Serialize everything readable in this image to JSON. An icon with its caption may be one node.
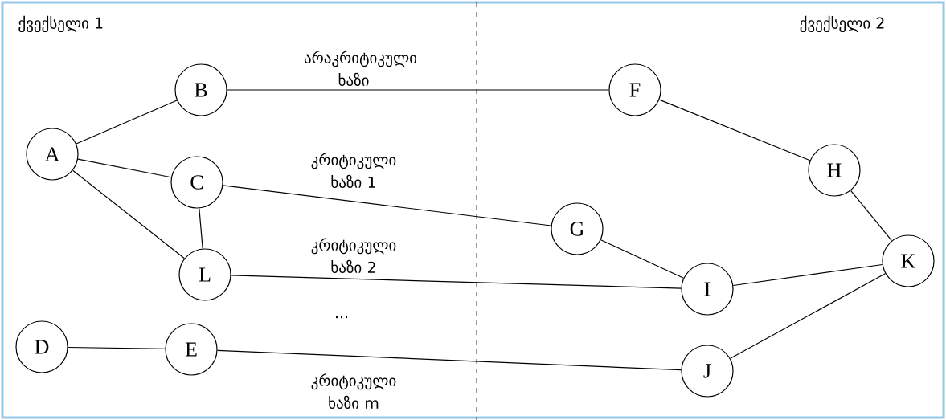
{
  "diagram": {
    "nodes": [
      {
        "text": [
          "A"
        ]
      },
      {
        "text": [
          "B"
        ]
      },
      {
        "text": [
          "C"
        ]
      },
      {
        "text": [
          "L"
        ]
      },
      {
        "text": [
          "D"
        ]
      },
      {
        "text": [
          "E"
        ]
      },
      {
        "text": [
          "F"
        ]
      },
      {
        "text": [
          "G"
        ]
      },
      {
        "text": [
          "H"
        ]
      },
      {
        "text": [
          "I"
        ]
      },
      {
        "text": [
          "K"
        ]
      },
      {
        "text": [
          "J"
        ]
      }
    ],
    "edges": [
      {
        "from": 0,
        "to": 1,
        "arrow": "none"
      },
      {
        "from": 0,
        "to": 2,
        "arrow": "none"
      },
      {
        "from": 0,
        "to": 3,
        "arrow": "none"
      },
      {
        "from": 2,
        "to": 3,
        "arrow": "none"
      },
      {
        "from": 1,
        "to": 6,
        "arrow": "none"
      },
      {
        "from": 2,
        "to": 7,
        "arrow": "none"
      },
      {
        "from": 3,
        "to": 9,
        "arrow": "none"
      },
      {
        "from": 4,
        "to": 5,
        "arrow": "none"
      },
      {
        "from": 5,
        "to": 11,
        "arrow": "none"
      },
      {
        "from": 6,
        "to": 8,
        "arrow": "none"
      },
      {
        "from": 7,
        "to": 9,
        "arrow": "none"
      },
      {
        "from": 8,
        "to": 10,
        "arrow": "none"
      },
      {
        "from": 9,
        "to": 10,
        "arrow": "none"
      },
      {
        "from": 11,
        "to": 10,
        "arrow": "none"
      }
    ],
    "labels": [
      "ქვექსელი 1",
      "ქვექსელი 2",
      "არაკრიტიკული ხაზი",
      "კრიტიკული ხაზი 1",
      "კრიტიკული ხაზი 2",
      "...",
      "კრიტიკული ხაზი m"
    ]
  }
}
